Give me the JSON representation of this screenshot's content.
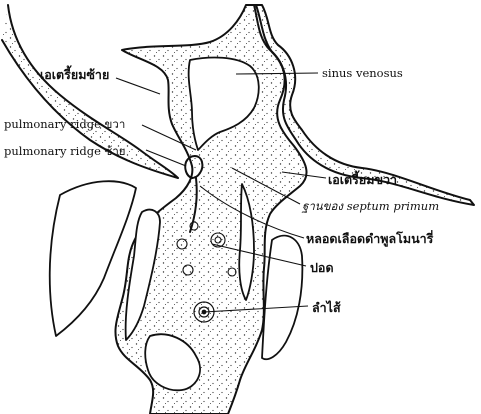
{
  "labels": {
    "left_atrium": "เอเตรี้ยมซ้าย",
    "sinus_venosus": "sinus venosus",
    "pulmonary_ridge_right": "pulmonary ridge ขวา",
    "pulmonary_ridge_left": "pulmonary ridge ซ้าย",
    "right_atrium": "เอเตรี้ยมขวา",
    "septum_primum_base": "ฐานของ septum primum",
    "pulmonary_vein": "หลอดเลือดดำพูลโมนารี่",
    "lung": "ปอด",
    "gut": "ลำไส้"
  },
  "colors": {
    "ink": "#111111",
    "tissue": "#f4f4f4",
    "background": "#ffffff"
  }
}
